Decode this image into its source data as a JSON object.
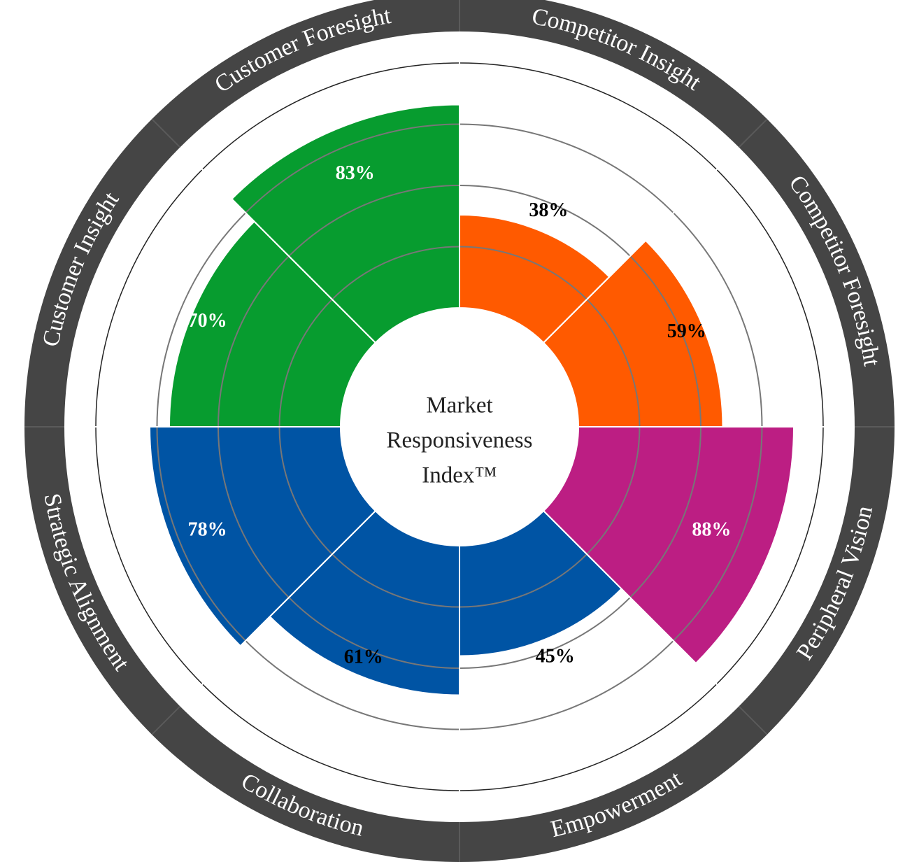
{
  "chart_data": {
    "type": "polar-area",
    "center_label": [
      "Market",
      "Responsiveness",
      "Index™"
    ],
    "categories": [
      "Competitor Insight",
      "Competitor Foresight",
      "Peripheral Vision",
      "Empowerment",
      "Collaboration",
      "Strategic Alignment",
      "Customer Insight",
      "Customer Foresight"
    ],
    "values": [
      38,
      59,
      88,
      45,
      61,
      78,
      70,
      83
    ],
    "value_labels": [
      "38%",
      "59%",
      "88%",
      "45%",
      "61%",
      "78%",
      "70%",
      "83%"
    ],
    "ylim": [
      0,
      100
    ],
    "grid": true,
    "colors": [
      "#ff5a00",
      "#ff5a00",
      "#bc1e83",
      "#0054a4",
      "#0054a4",
      "#0054a4",
      "#079c2f",
      "#079c2f"
    ],
    "label_colors": [
      "#000000",
      "#000000",
      "#ffffff",
      "#000000",
      "#000000",
      "#ffffff",
      "#ffffff",
      "#ffffff"
    ],
    "ring_color": "#454545"
  }
}
